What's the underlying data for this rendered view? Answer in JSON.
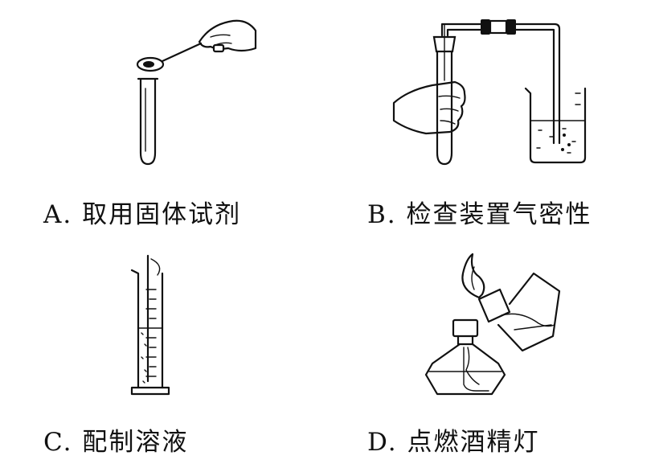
{
  "options": [
    {
      "letter": "A.",
      "text": "取用固体试剂",
      "illustration": "spoon-into-test-tube"
    },
    {
      "letter": "B.",
      "text": "检查装置气密性",
      "illustration": "airtightness-check"
    },
    {
      "letter": "C.",
      "text": "配制溶液",
      "illustration": "graduated-cylinder"
    },
    {
      "letter": "D.",
      "text": "点燃酒精灯",
      "illustration": "alcohol-lamp-lighting"
    }
  ]
}
